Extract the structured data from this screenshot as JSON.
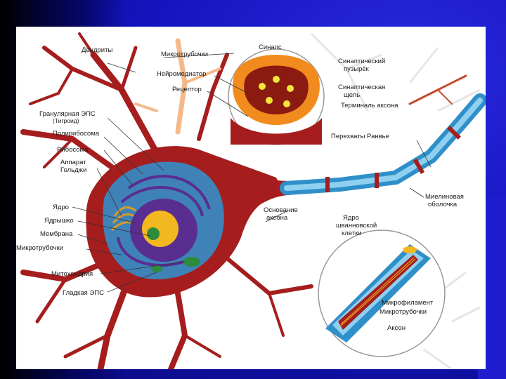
{
  "diagram": {
    "labels": {
      "dendrites": "Дендриты",
      "microtubules_top": "Микротрубочки",
      "synapse": "Синапс",
      "neurotransmitter": "Нейромедиатор",
      "receptor": "Рецептор",
      "synaptic_vesicle_1": "Синаптический",
      "synaptic_vesicle_2": "пузырёк",
      "synaptic_cleft_1": "Синаптическая",
      "synaptic_cleft_2": "щель",
      "axon_terminal": "Терминаль аксона",
      "rough_er_1": "Гранулярная ЭПС",
      "rough_er_2": "(Тигроид)",
      "polyribosome": "Полирибосома",
      "ribosome": "Рибосома",
      "golgi_1": "Аппарат",
      "golgi_2": "Гольджи",
      "nodes_ranvier": "Перехваты Ранвье",
      "axon_hillock_1": "Основание",
      "axon_hillock_2": "аксона",
      "myelin_1": "Миелиновая",
      "myelin_2": "оболочка",
      "nucleus": "Ядро",
      "nucleolus": "Ядрышко",
      "membrane": "Мембрана",
      "microtubules_left": "Микротрубочки",
      "mitochondria": "Митохондрия",
      "smooth_er": "Гладкая ЭПС",
      "schwann_1": "Ядро",
      "schwann_2": "шванновской",
      "schwann_3": "клетки",
      "microfilament": "Микрофиламент",
      "microtubules_inset": "Микротрубочки",
      "axon": "Аксон"
    },
    "colors": {
      "cell_body": "#a51d1d",
      "dendrite_pale": "#f4b98a",
      "myelin": "#2f8fc9",
      "myelin_light": "#8fd0f0",
      "nucleus": "#5a2d91",
      "nucleolus": "#f3b71f",
      "synapse_fill": "#f28b1e",
      "synapse_inner": "#8b1a10",
      "slide_bg": "#1212b8"
    }
  }
}
